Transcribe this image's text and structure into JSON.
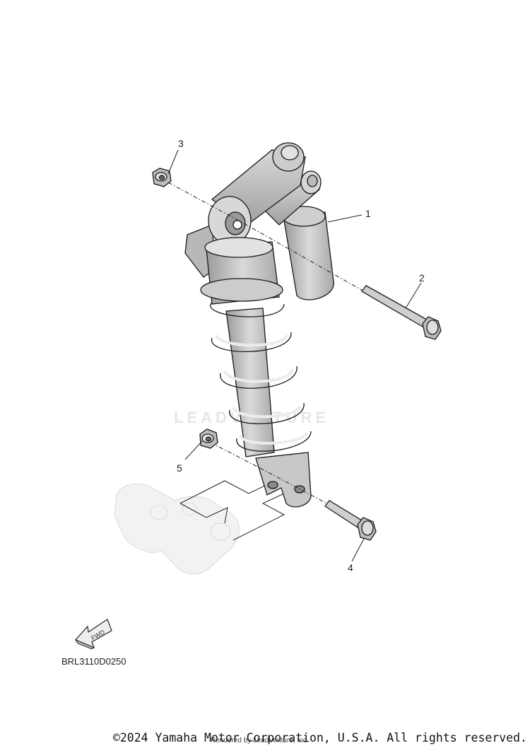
{
  "callouts": [
    "1",
    "2",
    "3",
    "4",
    "5"
  ],
  "watermark": "LEADVENTURE",
  "fwd_label": "FWD",
  "drawing_code": "BRL3110D0250",
  "copyright": "©2024 Yamaha Motor Corporation, U.S.A. All rights reserved.",
  "rendered_by": "Rendered by LeadVenture, Inc."
}
